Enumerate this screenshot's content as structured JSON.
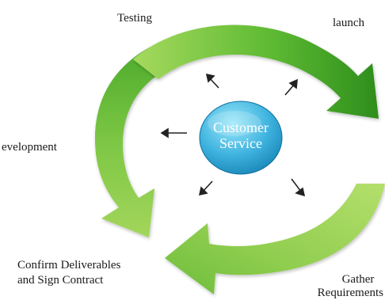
{
  "diagram": {
    "center": {
      "line1": "Customer",
      "line2": "Service"
    },
    "stages": {
      "testing": "Testing",
      "launch": "launch",
      "development": "evelopment",
      "confirm_line1": "Confirm Deliverables",
      "confirm_line2": "and Sign Contract",
      "gather_line1": "Gather",
      "gather_line2": "Requirements"
    },
    "colors": {
      "arrow_light": "#9fd45a",
      "arrow_mid": "#5bb832",
      "arrow_dark": "#2f8f1e",
      "center_light": "#8fe3f7",
      "center_dark": "#1a8fc0",
      "pointer": "#222222"
    }
  }
}
